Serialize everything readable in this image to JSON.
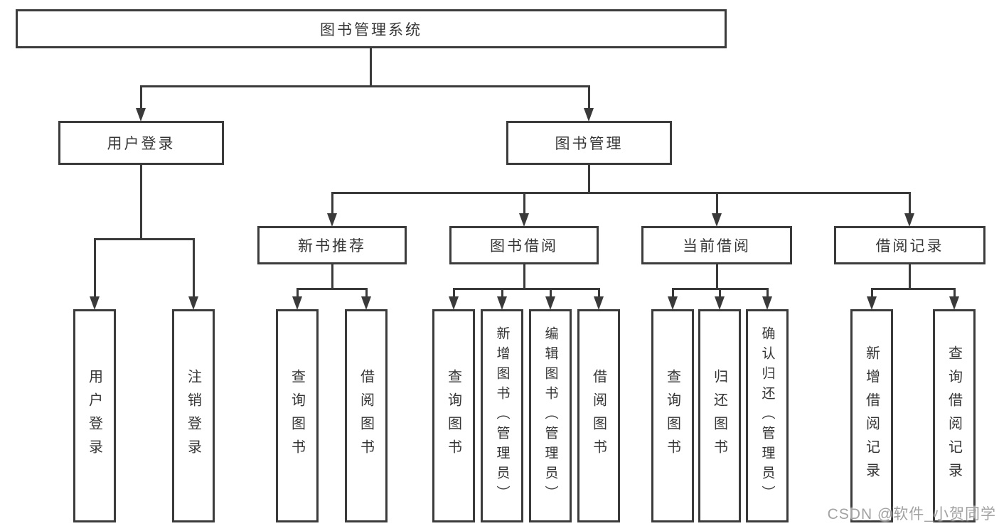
{
  "tree": {
    "root": "图书管理系统",
    "branches": [
      {
        "label": "用户登录",
        "children": [
          "用户登录",
          "注销登录"
        ]
      },
      {
        "label": "图书管理",
        "children": [
          {
            "label": "新书推荐",
            "children": [
              "查询图书",
              "借阅图书"
            ]
          },
          {
            "label": "图书借阅",
            "children": [
              "查询图书",
              "新增图书（管理员）",
              "编辑图书（管理员）",
              "借阅图书"
            ]
          },
          {
            "label": "当前借阅",
            "children": [
              "查询图书",
              "归还图书",
              "确认归还（管理员）"
            ]
          },
          {
            "label": "借阅记录",
            "children": [
              "新增借阅记录",
              "查询借阅记录"
            ]
          }
        ]
      }
    ]
  },
  "colors": {
    "line": "#3a3a3a",
    "text": "#363636",
    "background": "#ffffff"
  },
  "watermark": "CSDN @软件_小贺同学"
}
